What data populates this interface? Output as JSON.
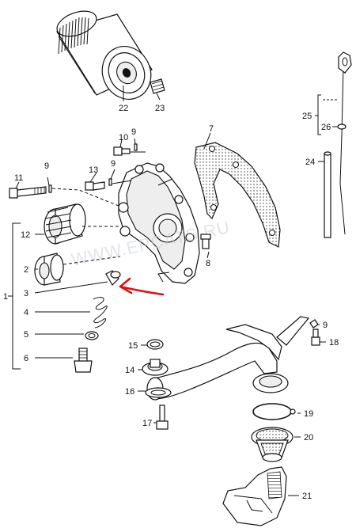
{
  "diagram": {
    "watermark": "WWW.EPCATS.RU",
    "accent_color": "#e01010",
    "callouts": {
      "c1": "1",
      "c2": "2",
      "c3": "3",
      "c4": "4",
      "c5": "5",
      "c6": "6",
      "c7": "7",
      "c8": "8",
      "c9a": "9",
      "c9b": "9",
      "c9c": "9",
      "c10": "10",
      "c11": "11",
      "c12": "12",
      "c13": "13",
      "c14": "14",
      "c15": "15",
      "c16": "16",
      "c17": "17",
      "c18": "18",
      "c19": "19",
      "c20": "20",
      "c21": "21",
      "c22": "22",
      "c23": "23",
      "c24": "24",
      "c25": "25",
      "c26": "26"
    },
    "icons": {
      "arrow": "red-hand-drawn-arrow-icon"
    }
  }
}
